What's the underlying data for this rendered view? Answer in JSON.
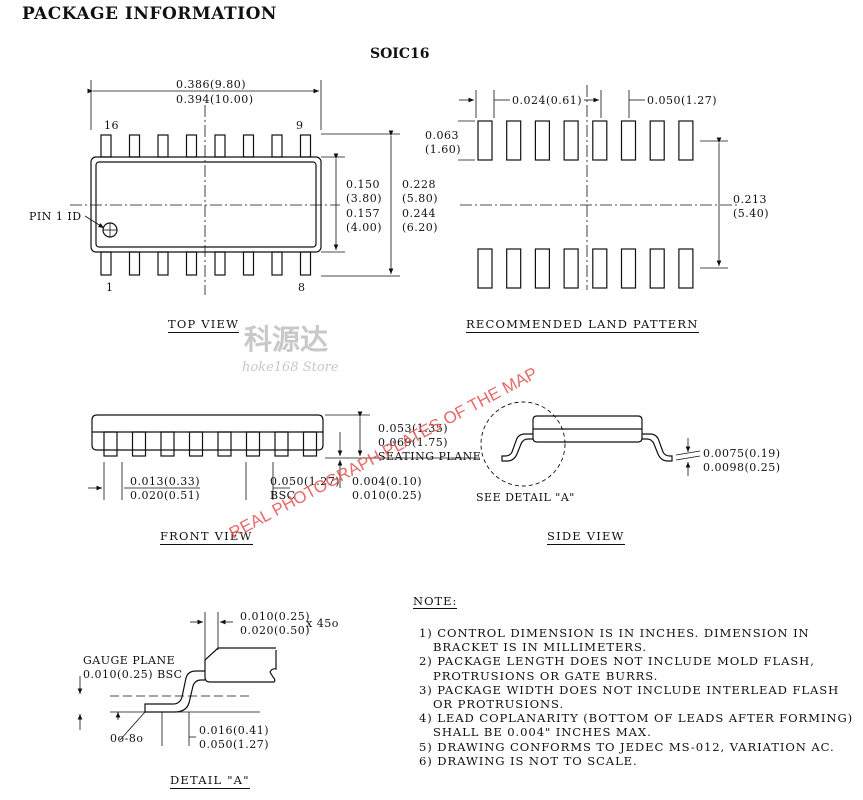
{
  "header": {
    "title": "PACKAGE INFORMATION",
    "package": "SOIC16"
  },
  "top_view": {
    "label": "TOP VIEW",
    "length_in": "0.386(9.80)",
    "length_max": "0.394(10.00)",
    "pin16": "16",
    "pin9": "9",
    "pin1": "1",
    "pin8": "8",
    "pin1_id": "PIN 1 ID",
    "body_w_min": "0.150",
    "body_w_min_mm": "(3.80)",
    "body_w_max": "0.157",
    "body_w_max_mm": "(4.00)",
    "tot_w_min": "0.228",
    "tot_w_min_mm": "(5.80)",
    "tot_w_max": "0.244",
    "tot_w_max_mm": "(6.20)"
  },
  "land_pattern": {
    "label": "RECOMMENDED LAND PATTERN",
    "pad_w": "0.024(0.61)",
    "pitch": "0.050(1.27)",
    "pad_len": "0.063",
    "pad_len_mm": "(1.60)",
    "span": "0.213",
    "span_mm": "(5.40)"
  },
  "front_view": {
    "label": "FRONT VIEW",
    "h_min": "0.053(1.35)",
    "h_max": "0.069(1.75)",
    "seating": "SEATING PLANE",
    "lead_w_min": "0.013(0.33)",
    "lead_w_max": "0.020(0.51)",
    "pitch": "0.050(1.27)",
    "bsc": "BSC",
    "standoff_min": "0.004(0.10)",
    "standoff_max": "0.010(0.25)"
  },
  "side_view": {
    "label": "SIDE VIEW",
    "see_detail": "SEE DETAIL \"A\"",
    "thick_min": "0.0075(0.19)",
    "thick_max": "0.0098(0.25)"
  },
  "detail_a": {
    "label": "DETAIL \"A\"",
    "chamfer_min": "0.010(0.25)",
    "chamfer_max": "0.020(0.50)",
    "chamfer_angle": "x 45o",
    "gauge": "GAUGE PLANE",
    "gauge_dim": "0.010(0.25) BSC",
    "angle": "0o-8o",
    "foot_min": "0.016(0.41)",
    "foot_max": "0.050(1.27)"
  },
  "notes": {
    "title": "NOTE:",
    "lines": [
      "1) CONTROL DIMENSION IS IN INCHES. DIMENSION IN",
      "   BRACKET IS IN MILLIMETERS.",
      "2) PACKAGE LENGTH DOES NOT INCLUDE MOLD FLASH,",
      "   PROTRUSIONS OR GATE BURRS.",
      "3) PACKAGE WIDTH DOES NOT INCLUDE INTERLEAD FLASH",
      "   OR PROTRUSIONS.",
      "4) LEAD COPLANARITY (BOTTOM OF LEADS AFTER FORMING)",
      "   SHALL BE 0.004\" INCHES MAX.",
      "5) DRAWING CONFORMS TO JEDEC MS-012, VARIATION AC.",
      "6) DRAWING IS NOT TO SCALE."
    ]
  },
  "watermark": {
    "cn": "科源达",
    "store": "hoke168 Store",
    "red": "REAL PHOTOGRAPH PLATES OF THE MAP"
  }
}
